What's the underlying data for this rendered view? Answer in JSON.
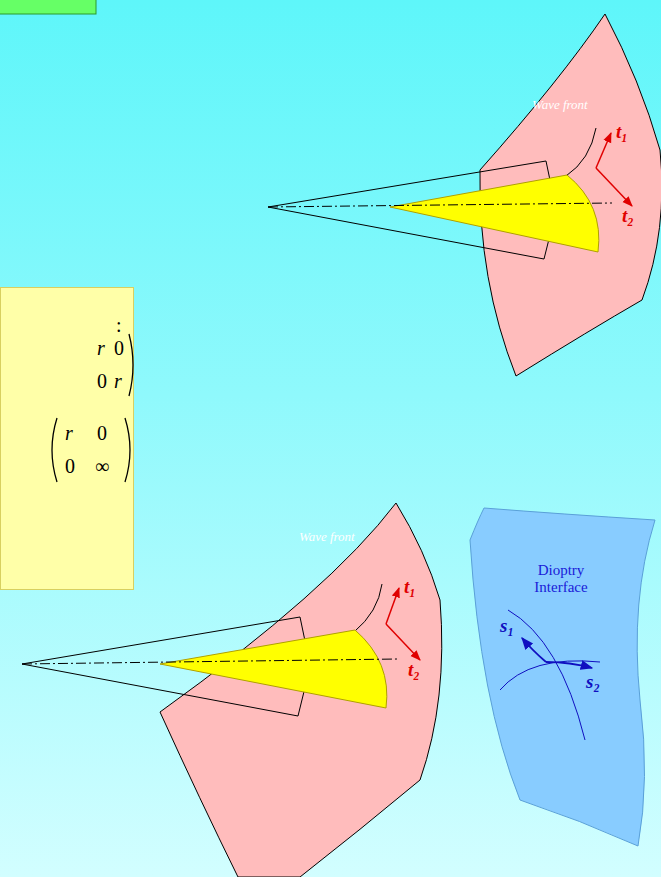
{
  "diagram": {
    "nodes": [
      {
        "text": [
          ":",
          "r",
          "0",
          "0",
          "r",
          "r",
          "0",
          "0",
          "∞"
        ]
      },
      {
        "text": [
          "Wave front"
        ]
      },
      {
        "text": [
          "Wave front"
        ]
      },
      {
        "text": [
          "Dioptry Interface"
        ]
      }
    ],
    "labels": [
      "t₁",
      "t₂",
      "t₁",
      "t₂",
      "s₁",
      "s₂"
    ]
  }
}
